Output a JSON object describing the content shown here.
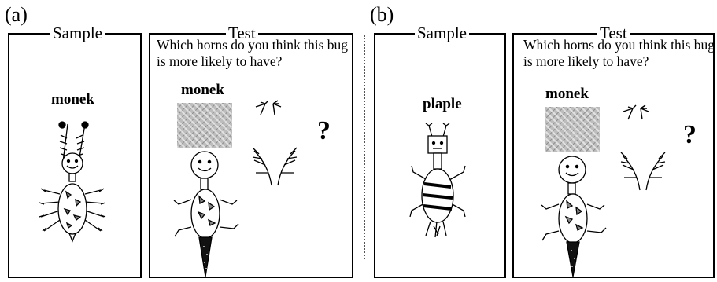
{
  "panels": [
    {
      "letter": "(a)",
      "sample_title": "Sample",
      "sample_word": "monek",
      "test_title": "Test",
      "question": "Which horns do you think this bug is more likely to have?",
      "test_word": "monek",
      "qmark": "?"
    },
    {
      "letter": "(b)",
      "sample_title": "Sample",
      "sample_word": "plaple",
      "test_title": "Test",
      "question": "Which horns do you think this bug is more likely to have?",
      "test_word": "monek",
      "qmark": "?"
    }
  ]
}
